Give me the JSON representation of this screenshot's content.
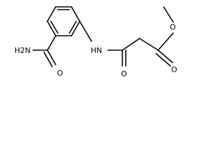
{
  "structure": {
    "atom_labels": {
      "amide_nh2": "H2N",
      "amide_nh2_subscript": "2",
      "amide_o": "O",
      "anilide_nh": "HN",
      "malonyl_o": "O",
      "ester_carbonyl_o": "O",
      "ester_o": "O"
    }
  }
}
